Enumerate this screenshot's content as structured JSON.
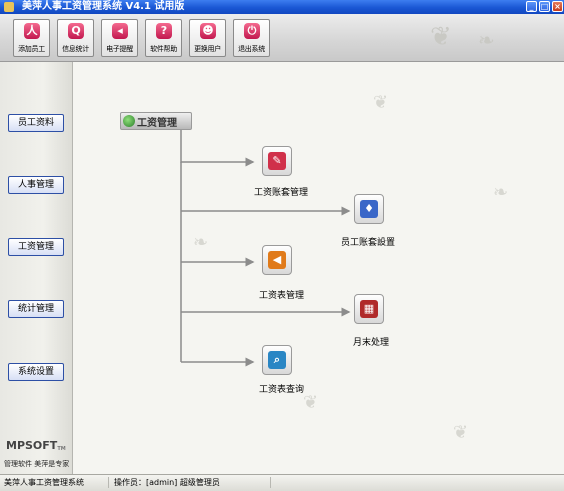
{
  "window": {
    "title": "美萍人事工资管理系统 V4.1 试用版"
  },
  "toolbar": {
    "buttons": [
      {
        "label": "添加员工",
        "icon": "add-user-icon"
      },
      {
        "label": "信息统计",
        "icon": "search-stats-icon"
      },
      {
        "label": "电子提醒",
        "icon": "speaker-icon"
      },
      {
        "label": "软件帮助",
        "icon": "help-icon"
      },
      {
        "label": "更换用户",
        "icon": "switch-user-icon"
      },
      {
        "label": "退出系统",
        "icon": "exit-icon"
      }
    ]
  },
  "sidebar": {
    "items": [
      {
        "label": "员工资料"
      },
      {
        "label": "人事管理"
      },
      {
        "label": "工资管理"
      },
      {
        "label": "统计管理"
      },
      {
        "label": "系统设置"
      }
    ],
    "logo": "MPSOFT",
    "slogan": "管理软件 美萍是专家"
  },
  "main": {
    "module_title": "工资管理",
    "items": [
      {
        "label": "工资账套管理",
        "icon": "ledger-icon",
        "color": "#d0304a"
      },
      {
        "label": "员工账套設置",
        "icon": "employee-ledger-icon",
        "color": "#3a67c8"
      },
      {
        "label": "工资表管理",
        "icon": "payroll-icon",
        "color": "#e07a1a"
      },
      {
        "label": "月末处理",
        "icon": "calendar-icon",
        "color": "#b02a2a"
      },
      {
        "label": "工资表查询",
        "icon": "magnifier-icon",
        "color": "#2a86c4"
      }
    ]
  },
  "statusbar": {
    "app_name": "美萍人事工资管理系统",
    "operator": "操作员：[admin] 超级管理员"
  },
  "colors": {
    "titlebar": "#1a57d4",
    "nav_border": "#2d4fa5",
    "connector": "#9a9a9a"
  }
}
